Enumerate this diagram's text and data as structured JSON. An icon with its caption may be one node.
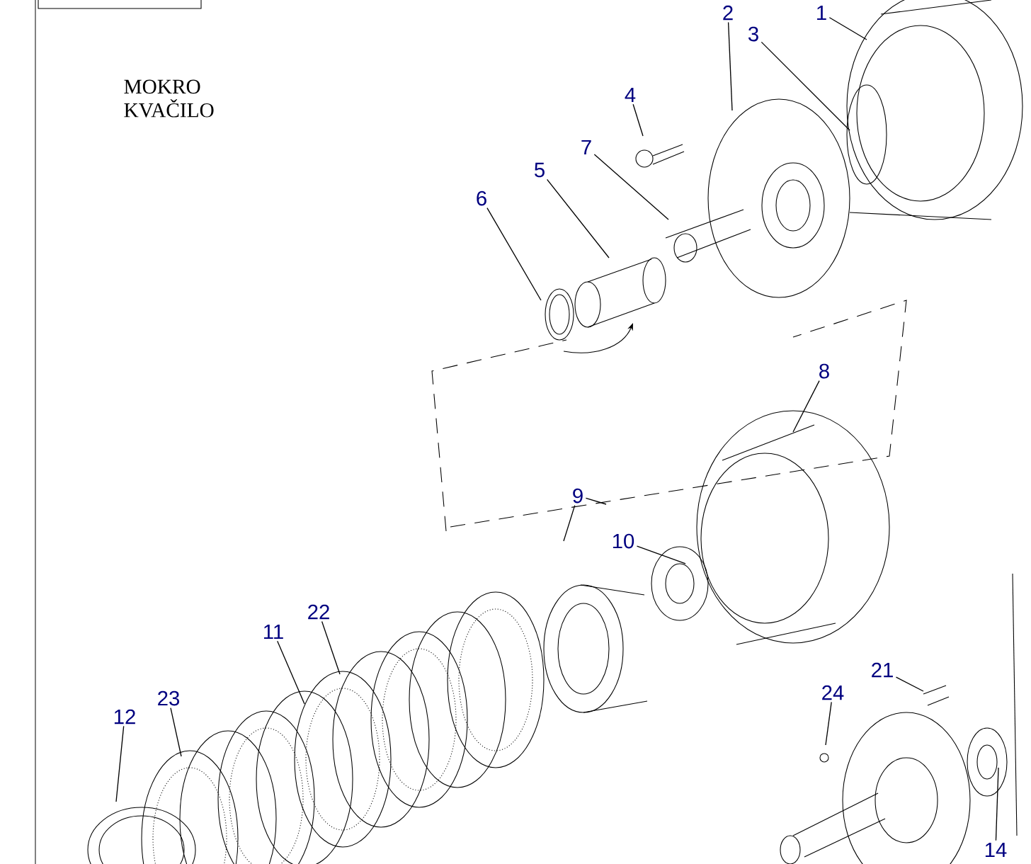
{
  "diagram": {
    "nodes": [
      {
        "text": [
          "2"
        ]
      },
      {
        "text": [
          "3"
        ]
      },
      {
        "text": [
          "1"
        ]
      },
      {
        "text": [
          "4"
        ]
      },
      {
        "text": [
          "7"
        ]
      },
      {
        "text": [
          "5"
        ]
      },
      {
        "text": [
          "6"
        ]
      },
      {
        "text": [
          "8"
        ]
      },
      {
        "text": [
          "9"
        ]
      },
      {
        "text": [
          "10"
        ]
      },
      {
        "text": [
          "22"
        ]
      },
      {
        "text": [
          "11"
        ]
      },
      {
        "text": [
          "12"
        ]
      },
      {
        "text": [
          "23"
        ]
      },
      {
        "text": [
          "21"
        ]
      },
      {
        "text": [
          "24"
        ]
      },
      {
        "text": [
          "14"
        ]
      }
    ],
    "edges": [
      {
        "from": 0,
        "to": null,
        "arrow": "none"
      },
      {
        "from": 1,
        "to": null,
        "arrow": "none"
      },
      {
        "from": 2,
        "to": null,
        "arrow": "none"
      },
      {
        "from": 3,
        "to": null,
        "arrow": "none"
      },
      {
        "from": 4,
        "to": null,
        "arrow": "none"
      },
      {
        "from": 5,
        "to": null,
        "arrow": "none"
      },
      {
        "from": 6,
        "to": null,
        "arrow": "none"
      },
      {
        "from": 7,
        "to": null,
        "arrow": "none"
      },
      {
        "from": 8,
        "to": null,
        "arrow": "none"
      },
      {
        "from": 8,
        "to": null,
        "arrow": "none"
      },
      {
        "from": 9,
        "to": null,
        "arrow": "none"
      },
      {
        "from": 10,
        "to": null,
        "arrow": "none"
      },
      {
        "from": 11,
        "to": null,
        "arrow": "none"
      },
      {
        "from": 12,
        "to": null,
        "arrow": "none"
      },
      {
        "from": 13,
        "to": null,
        "arrow": "none"
      },
      {
        "from": 14,
        "to": null,
        "arrow": "none"
      },
      {
        "from": 15,
        "to": null,
        "arrow": "none"
      },
      {
        "from": 16,
        "to": null,
        "arrow": "none"
      }
    ],
    "labels": [
      "MOKRO KVAČILO"
    ]
  }
}
